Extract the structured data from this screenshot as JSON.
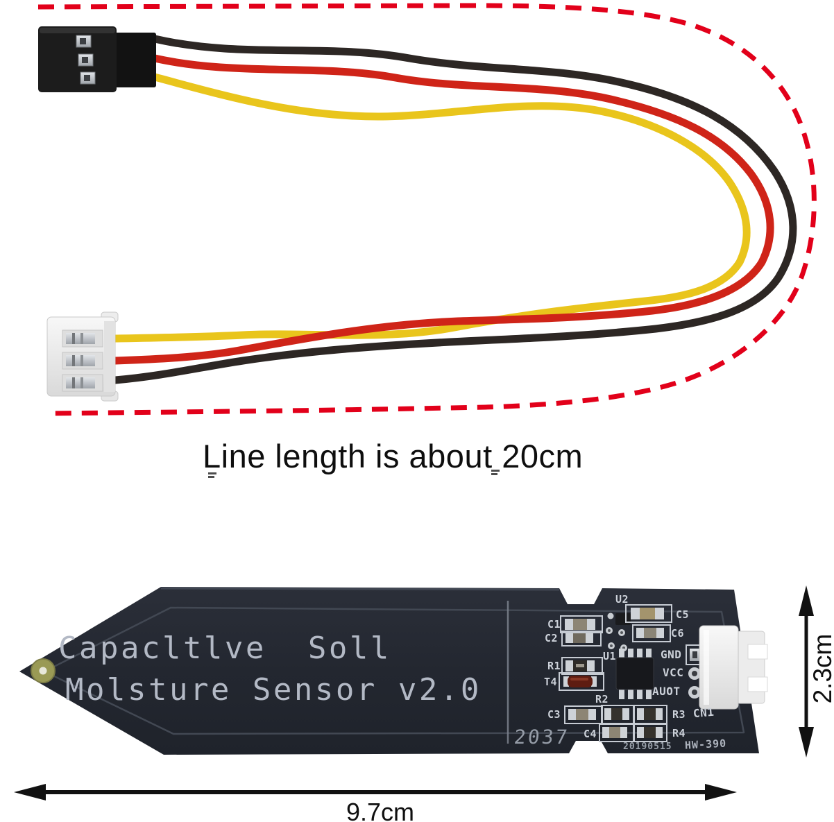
{
  "caption": {
    "text": "Line length is about 20cm"
  },
  "dimensions": {
    "height_label": "2.3cm",
    "width_label": "9.7cm"
  },
  "pcb": {
    "title_line1": "Capacltlve  Soll",
    "title_line2": "Molsture Sensor v2.0",
    "batch_code": "2037",
    "date_code": "20190515",
    "model": "HW-390",
    "connector_label": "CN1",
    "pins": [
      "GND",
      "VCC",
      "AUOT"
    ],
    "components": [
      "U2",
      "C5",
      "C1",
      "C6",
      "C2",
      "U1",
      "R1",
      "T4",
      "R2",
      "C3",
      "R3",
      "C4",
      "R4"
    ]
  },
  "colors": {
    "dash_outline": "#e2001a",
    "wire_black": "#2d2724",
    "wire_red": "#cf2418",
    "wire_yellow": "#e9c51c",
    "board": "#242830",
    "silkscreen": "#b3b9c5",
    "arrow": "#111111",
    "connector_white": "#f1f1f1",
    "tip_pad": "#9a9a55"
  }
}
